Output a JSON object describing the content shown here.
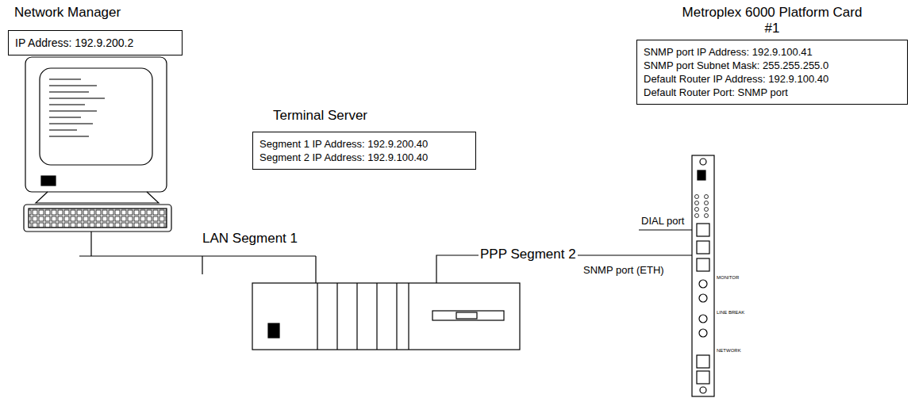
{
  "diagram": {
    "nodes": [
      {
        "text": [
          "Network Manager",
          "IP Address: 192.9.200.2"
        ]
      },
      {
        "text": [
          "Terminal Server",
          "Segment 1 IP Address: 192.9.200.40",
          "Segment 2 IP Address: 192.9.100.40"
        ]
      },
      {
        "text": [
          "Metroplex 6000 Platform Card #1",
          "SNMP port IP Address: 192.9.100.41",
          "SNMP port Subnet Mask: 255.255.255.0",
          "Default Router IP Address: 192.9.100.40",
          "Default Router Port: SNMP port"
        ]
      }
    ],
    "labels": [
      "LAN Segment 1",
      "PPP Segment 2",
      "DIAL port",
      "SNMP port (ETH)",
      "MONITOR",
      "LINE BREAK",
      "NETWORK"
    ]
  }
}
